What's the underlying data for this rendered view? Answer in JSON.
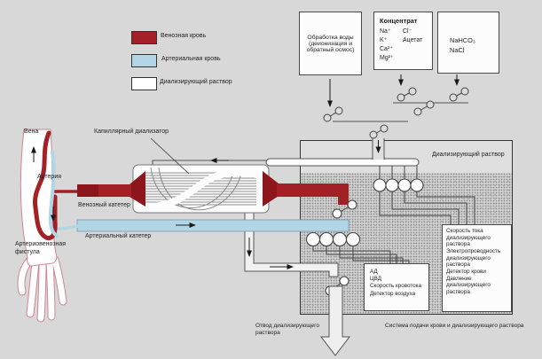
{
  "legend": {
    "items": [
      {
        "label": "Венозная кровь",
        "color": "#a32126"
      },
      {
        "label": "Артериальная кровь",
        "color": "#b3d6e6"
      },
      {
        "label": "Диализирующий раствор",
        "color": "#ffffff"
      }
    ]
  },
  "top_boxes": {
    "water": {
      "lines": [
        "Обработка воды",
        "(деионизация и",
        "обратный осмос)"
      ]
    },
    "concentrate": {
      "title": "Концентрат",
      "col1": [
        "Na⁺",
        "K⁺",
        "Ca²⁺",
        "Mg²⁺"
      ],
      "col2": [
        "Cl⁻",
        "Ацетат"
      ]
    },
    "salts": {
      "lines": [
        "NaHCO₃",
        "NaCl"
      ]
    }
  },
  "arm": {
    "vein": "Вена",
    "artery": "Артерия",
    "fistula": "Артериовенозная фистула"
  },
  "circuit": {
    "dialyzer": "Капиллярный диализатор",
    "venous_catheter": "Венозный катетер",
    "arterial_catheter": "Артериальный катетер"
  },
  "machine": {
    "solution_label": "Диализирующий раствор",
    "monitors_right": [
      "Скорость тока диализирующего раствора",
      "Электропроводность диализирующего раствора",
      "Детектор крови",
      "Давление диализирующего раствора"
    ],
    "monitors_left": [
      "АД",
      "ЦВД",
      "Скорость кровотока",
      "Детектор воздуха"
    ]
  },
  "bottom": {
    "drain": "Отвод диализирующего раствора",
    "caption": "Система подачи крови и диализирующего раствора"
  },
  "colors": {
    "venous_blood": "#a32126",
    "venous_blood_dark": "#8c161b",
    "arterial_blood": "#b3d6e6",
    "dialysate": "#ffffff",
    "background": "#d8d8d8"
  }
}
